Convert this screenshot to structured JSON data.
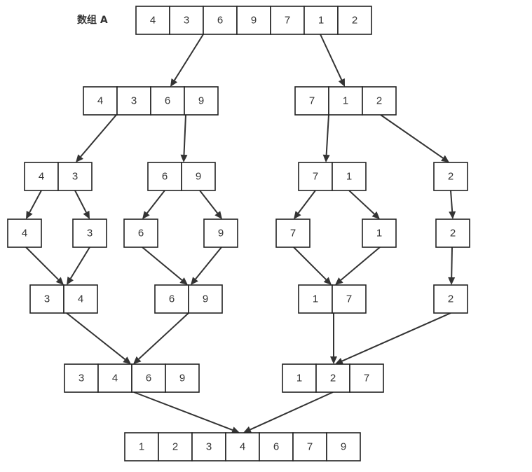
{
  "title": "数组 A",
  "colors": {
    "stroke": "#222222",
    "arrow": "#333333",
    "text": "#333333",
    "background": "#ffffff"
  },
  "arrays": [
    {
      "id": "a0",
      "values": [
        "4",
        "3",
        "6",
        "9",
        "7",
        "1",
        "2"
      ]
    },
    {
      "id": "l1",
      "values": [
        "4",
        "3",
        "6",
        "9"
      ]
    },
    {
      "id": "r1",
      "values": [
        "7",
        "1",
        "2"
      ]
    },
    {
      "id": "l2a",
      "values": [
        "4",
        "3"
      ]
    },
    {
      "id": "l2b",
      "values": [
        "6",
        "9"
      ]
    },
    {
      "id": "r2a",
      "values": [
        "7",
        "1"
      ]
    },
    {
      "id": "r2b",
      "values": [
        "2"
      ]
    },
    {
      "id": "s4",
      "values": [
        "4"
      ]
    },
    {
      "id": "s3",
      "values": [
        "3"
      ]
    },
    {
      "id": "s6",
      "values": [
        "6"
      ]
    },
    {
      "id": "s9",
      "values": [
        "9"
      ]
    },
    {
      "id": "s7",
      "values": [
        "7"
      ]
    },
    {
      "id": "s1",
      "values": [
        "1"
      ]
    },
    {
      "id": "s2",
      "values": [
        "2"
      ]
    },
    {
      "id": "m34",
      "values": [
        "3",
        "4"
      ]
    },
    {
      "id": "m69",
      "values": [
        "6",
        "9"
      ]
    },
    {
      "id": "m17",
      "values": [
        "1",
        "7"
      ]
    },
    {
      "id": "m2",
      "values": [
        "2"
      ]
    },
    {
      "id": "m3469",
      "values": [
        "3",
        "4",
        "6",
        "9"
      ]
    },
    {
      "id": "m127",
      "values": [
        "1",
        "2",
        "7"
      ]
    },
    {
      "id": "final",
      "values": [
        "1",
        "2",
        "3",
        "4",
        "6",
        "7",
        "9"
      ]
    }
  ],
  "edges": [
    [
      "a0",
      "l1"
    ],
    [
      "a0",
      "r1"
    ],
    [
      "l1",
      "l2a"
    ],
    [
      "l1",
      "l2b"
    ],
    [
      "r1",
      "r2a"
    ],
    [
      "r1",
      "r2b"
    ],
    [
      "l2a",
      "s4"
    ],
    [
      "l2a",
      "s3"
    ],
    [
      "l2b",
      "s6"
    ],
    [
      "l2b",
      "s9"
    ],
    [
      "r2a",
      "s7"
    ],
    [
      "r2a",
      "s1"
    ],
    [
      "r2b",
      "s2"
    ],
    [
      "s4",
      "m34"
    ],
    [
      "s3",
      "m34"
    ],
    [
      "s6",
      "m69"
    ],
    [
      "s9",
      "m69"
    ],
    [
      "s7",
      "m17"
    ],
    [
      "s1",
      "m17"
    ],
    [
      "s2",
      "m2"
    ],
    [
      "m34",
      "m3469"
    ],
    [
      "m69",
      "m3469"
    ],
    [
      "m17",
      "m127"
    ],
    [
      "m2",
      "m127"
    ],
    [
      "m3469",
      "final"
    ],
    [
      "m127",
      "final"
    ]
  ]
}
